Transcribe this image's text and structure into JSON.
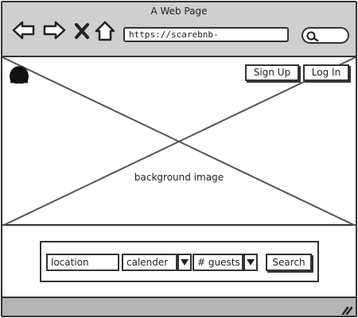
{
  "browser": {
    "title": "A Web Page",
    "url": "https://scarebnb-",
    "icons": [
      "back-arrow-icon",
      "forward-arrow-icon",
      "close-x-icon",
      "home-icon",
      "search-icon"
    ]
  },
  "hero": {
    "caption": "background image",
    "logo_icon": "ghost-logo-icon",
    "signup_label": "Sign Up",
    "login_label": "Log In"
  },
  "search_form": {
    "location_value": "location",
    "calendar_value": "calender",
    "guests_value": "# guests",
    "search_label": "Search"
  },
  "colors": {
    "chrome_bg": "#cfcfcf",
    "status_bar_bg": "#b5b5b5",
    "stroke": "#333333"
  }
}
